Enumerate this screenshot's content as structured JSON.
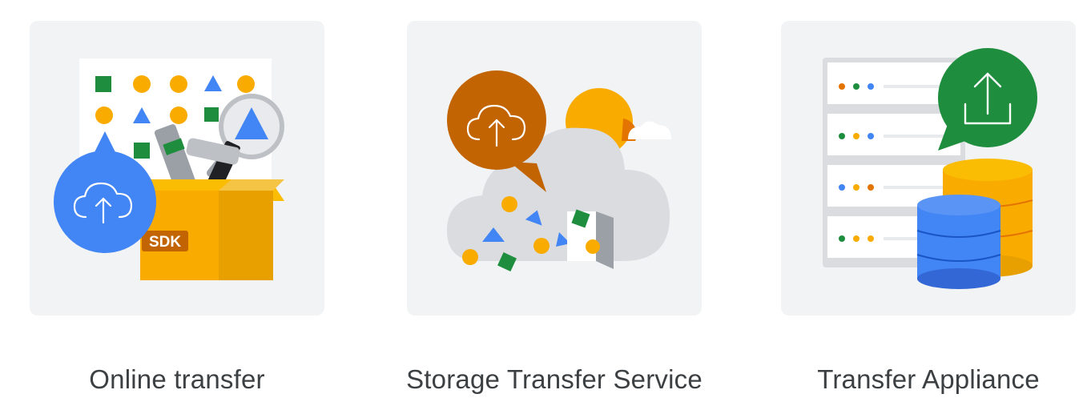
{
  "cards": [
    {
      "title": "Online transfer",
      "badge": "SDK",
      "icon": "cloud-upload-icon"
    },
    {
      "title": "Storage Transfer Service",
      "icon": "cloud-upload-icon"
    },
    {
      "title": "Transfer Appliance",
      "icon": "upload-arrow-icon"
    }
  ],
  "colors": {
    "blue": "#4285f4",
    "green": "#1e8e3e",
    "yellow": "#f9ab00",
    "orange": "#e37400",
    "card_background": "#f1f3f4",
    "caption_text": "#3c4043"
  }
}
